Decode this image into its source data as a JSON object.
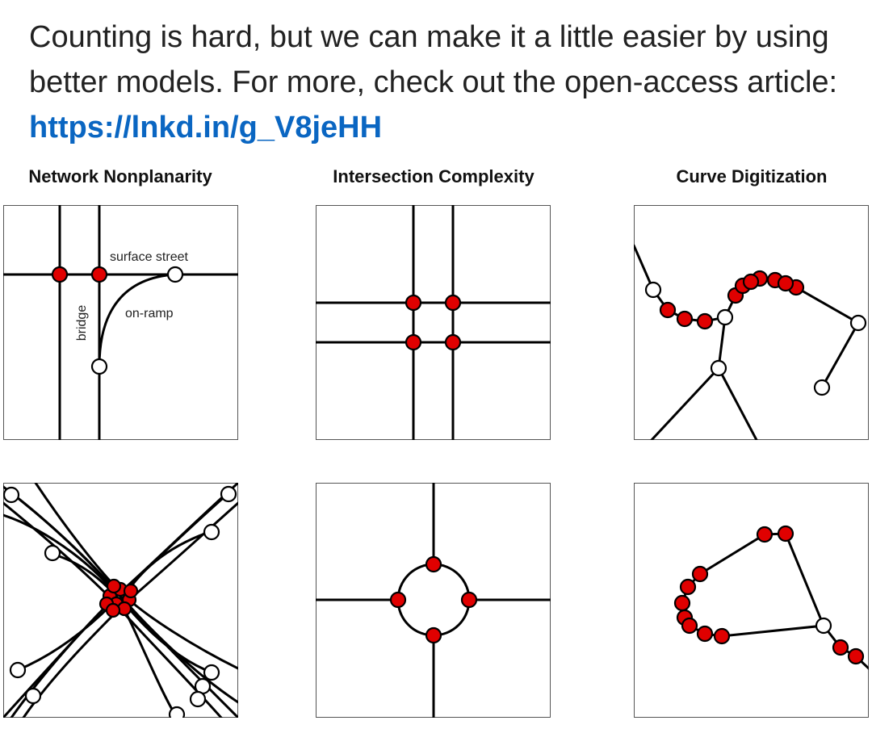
{
  "post": {
    "text": "Counting is hard, but we can make it a little easier by using better models. For more, check out the open-access article: ",
    "link_text": "https://lnkd.in/g_V8jeHH"
  },
  "columns": {
    "col1_title": "Network Nonplanarity",
    "col2_title": "Intersection Complexity",
    "col3_title": "Curve Digitization"
  },
  "panel_labels": {
    "surface_street": "surface street",
    "on_ramp": "on-ramp",
    "bridge": "bridge"
  },
  "colors": {
    "intersection_node": "#e00000",
    "endpoint_node": "#ffffff",
    "link": "#0a66c2",
    "text": "#222222"
  }
}
